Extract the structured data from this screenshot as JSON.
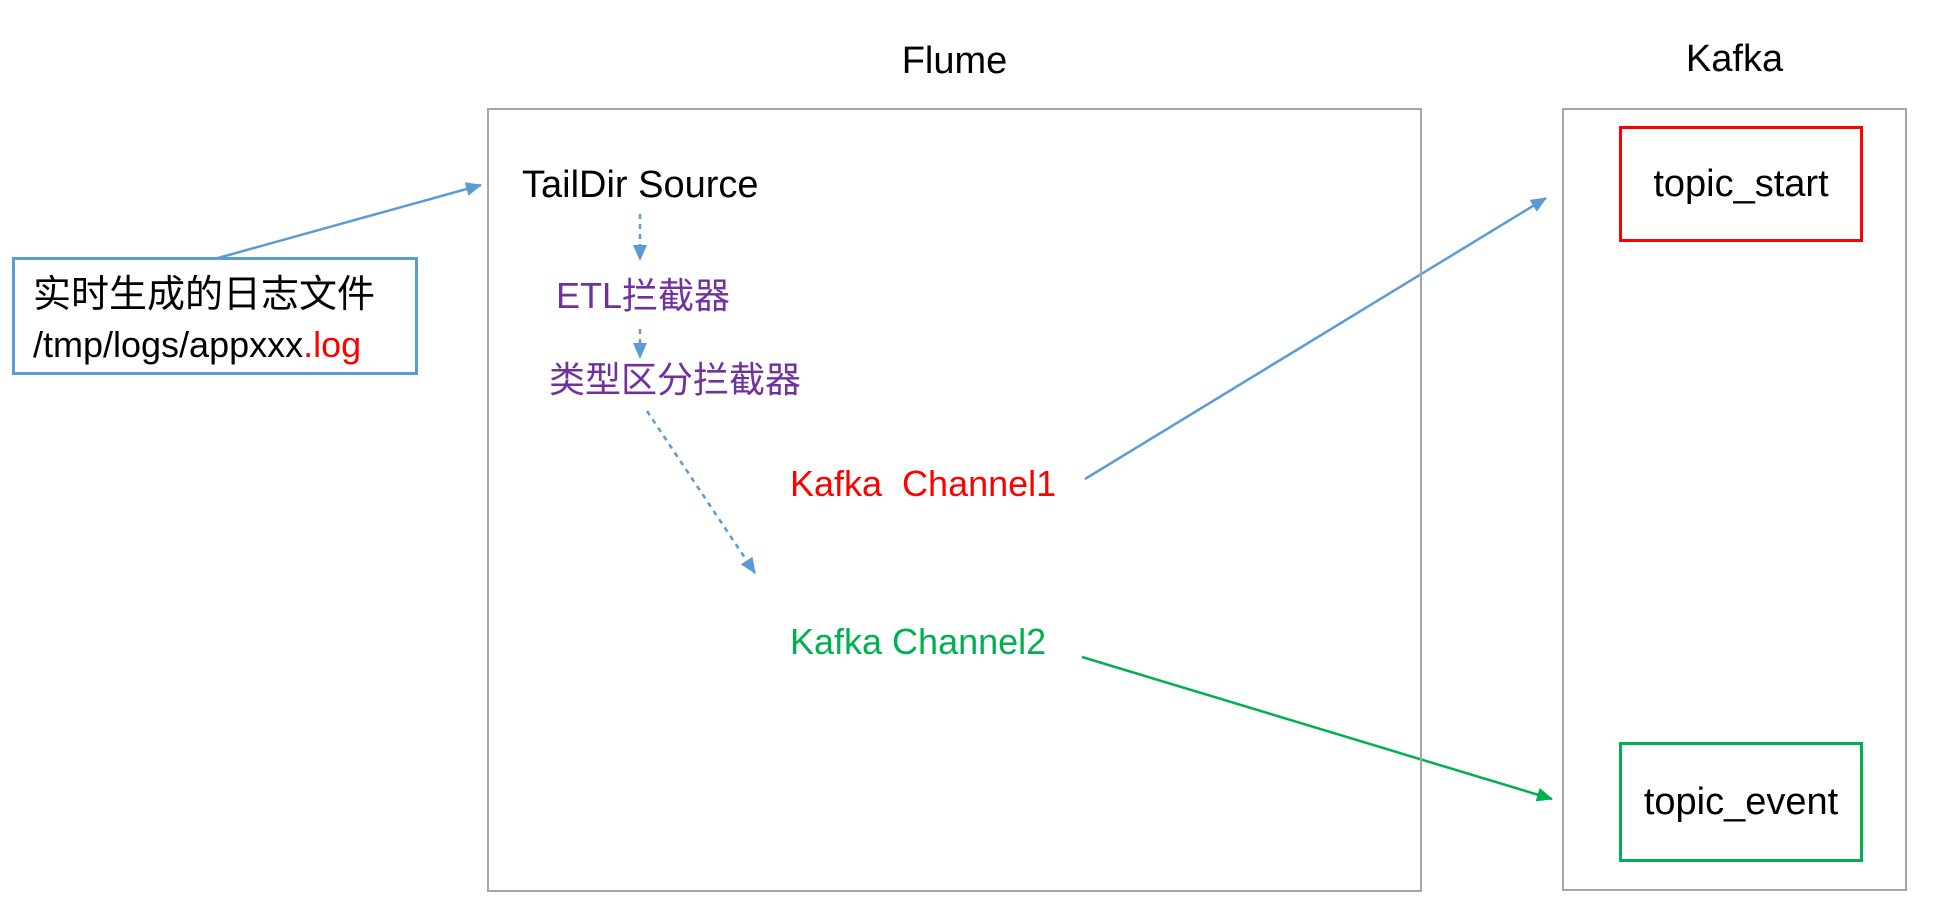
{
  "diagram": {
    "log_box": {
      "line1": "实时生成的日志文件",
      "path": "/tmp/logs/appxxx",
      "ext": ".log"
    },
    "flume": {
      "title": "Flume",
      "source": "TailDir Source",
      "etl_interceptor": "ETL拦截器",
      "type_interceptor": "类型区分拦截器",
      "channel1": "Kafka  Channel1",
      "channel2": "Kafka Channel2"
    },
    "kafka": {
      "title": "Kafka",
      "topic_start": "topic_start",
      "topic_event": "topic_event"
    },
    "colors": {
      "connector_blue": "#5B9BD5",
      "container_border_gray": "#A6A6A6",
      "interceptor_purple": "#7030A0",
      "channel1_red": "#FF0000",
      "channel2_green": "#00B050"
    }
  }
}
